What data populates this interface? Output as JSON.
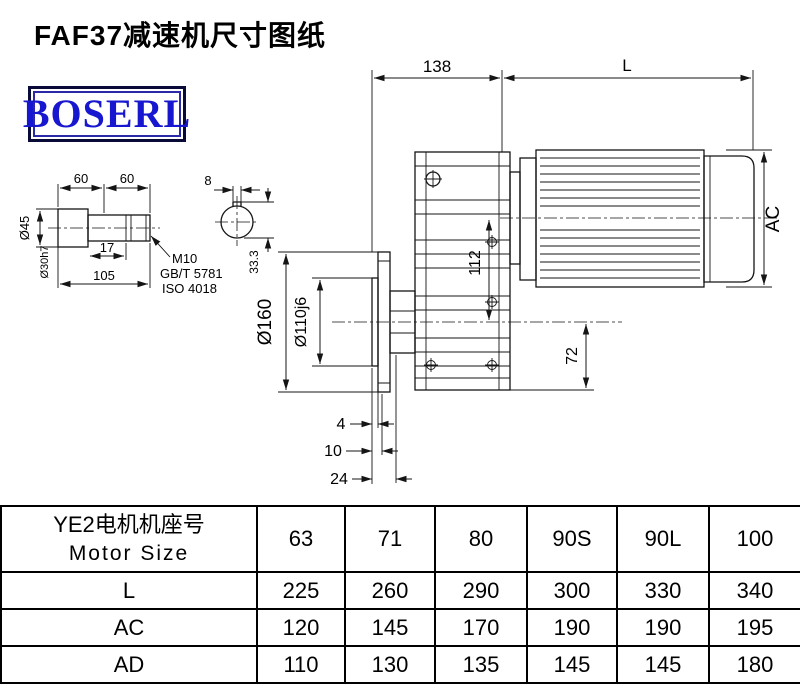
{
  "page": {
    "title": "FAF37减速机尺寸图纸",
    "logo_text": "BOSERL"
  },
  "drawing": {
    "dims": {
      "d138": "138",
      "dL": "L",
      "dAC": "AC",
      "d160": "Ø160",
      "d110": "Ø110j6",
      "d112": "112",
      "d72": "72",
      "d4": "4",
      "d10": "10",
      "d24": "24",
      "s60a": "60",
      "s60b": "60",
      "s8": "8",
      "s17": "17",
      "s105": "105",
      "s333": "33.3",
      "s45": "Ø45",
      "s30": "Ø30h7",
      "m10": "M10",
      "gbt": "GB/T 5781",
      "iso": "ISO 4018"
    }
  },
  "table": {
    "header": {
      "line1": "YE2电机机座号",
      "line2": "Motor Size"
    },
    "columns": [
      "63",
      "71",
      "80",
      "90S",
      "90L",
      "100"
    ],
    "rows": [
      {
        "label": "L",
        "values": [
          "225",
          "260",
          "290",
          "300",
          "330",
          "340"
        ]
      },
      {
        "label": "AC",
        "values": [
          "120",
          "145",
          "170",
          "190",
          "190",
          "195"
        ]
      },
      {
        "label": "AD",
        "values": [
          "110",
          "130",
          "135",
          "145",
          "145",
          "180"
        ]
      }
    ]
  }
}
